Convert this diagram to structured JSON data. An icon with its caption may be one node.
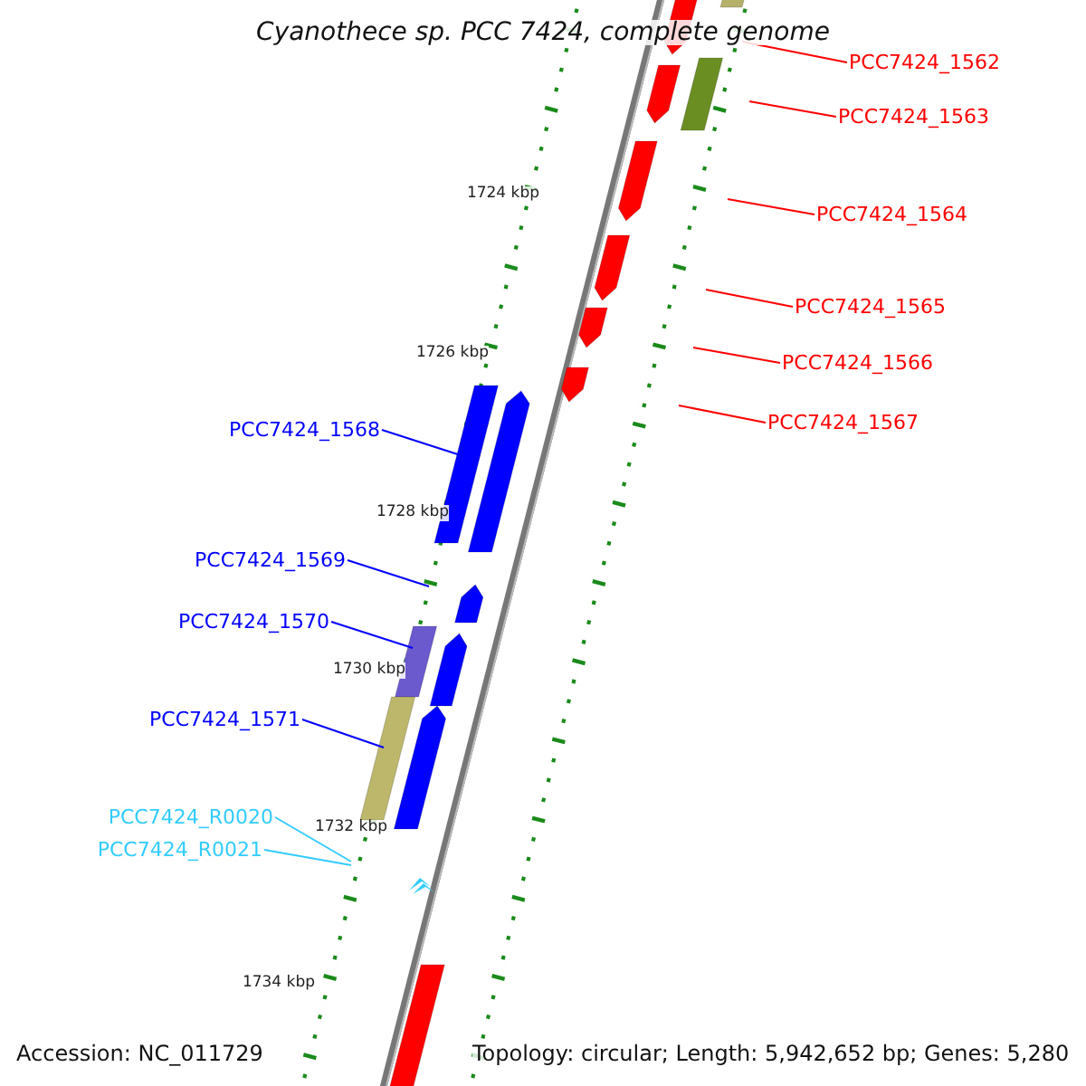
{
  "diagram": {
    "title": "Cyanothece sp. PCC 7424, complete genome",
    "nodes": [
      {
        "text": [
          "PCC7424_1562"
        ]
      },
      {
        "text": [
          "PCC7424_1563"
        ]
      },
      {
        "text": [
          "PCC7424_1564"
        ]
      },
      {
        "text": [
          "PCC7424_1565"
        ]
      },
      {
        "text": [
          "PCC7424_1566"
        ]
      },
      {
        "text": [
          "PCC7424_1567"
        ]
      },
      {
        "text": [
          "PCC7424_1568"
        ]
      },
      {
        "text": [
          "PCC7424_1569"
        ]
      },
      {
        "text": [
          "PCC7424_1570"
        ]
      },
      {
        "text": [
          "PCC7424_1571"
        ]
      },
      {
        "text": [
          "PCC7424_R0020"
        ]
      },
      {
        "text": [
          "PCC7424_R0021"
        ]
      }
    ],
    "edges": [
      {
        "from": 0,
        "to": null,
        "arrow": "none",
        "color": "#ff0000"
      },
      {
        "from": 1,
        "to": null,
        "arrow": "none",
        "color": "#ff0000"
      },
      {
        "from": 2,
        "to": null,
        "arrow": "none",
        "color": "#ff0000"
      },
      {
        "from": 3,
        "to": null,
        "arrow": "none",
        "color": "#ff0000"
      },
      {
        "from": 4,
        "to": null,
        "arrow": "none",
        "color": "#ff0000"
      },
      {
        "from": 5,
        "to": null,
        "arrow": "none",
        "color": "#ff0000"
      },
      {
        "from": 6,
        "to": null,
        "arrow": "none",
        "color": "#0000ff"
      },
      {
        "from": 7,
        "to": null,
        "arrow": "none",
        "color": "#0000ff"
      },
      {
        "from": 8,
        "to": null,
        "arrow": "none",
        "color": "#0000ff"
      },
      {
        "from": 9,
        "to": null,
        "arrow": "none",
        "color": "#0000ff"
      },
      {
        "from": 10,
        "to": null,
        "arrow": "none",
        "color": "#33ccff"
      },
      {
        "from": 11,
        "to": null,
        "arrow": "none",
        "color": "#33ccff"
      }
    ],
    "labels": [
      "1724 kbp",
      "1726 kbp",
      "1728 kbp",
      "1730 kbp",
      "1732 kbp",
      "1734 kbp",
      "Accession: NC_011729",
      "Topology: circular; Length: 5,942,652 bp; Genes: 5,280"
    ]
  }
}
